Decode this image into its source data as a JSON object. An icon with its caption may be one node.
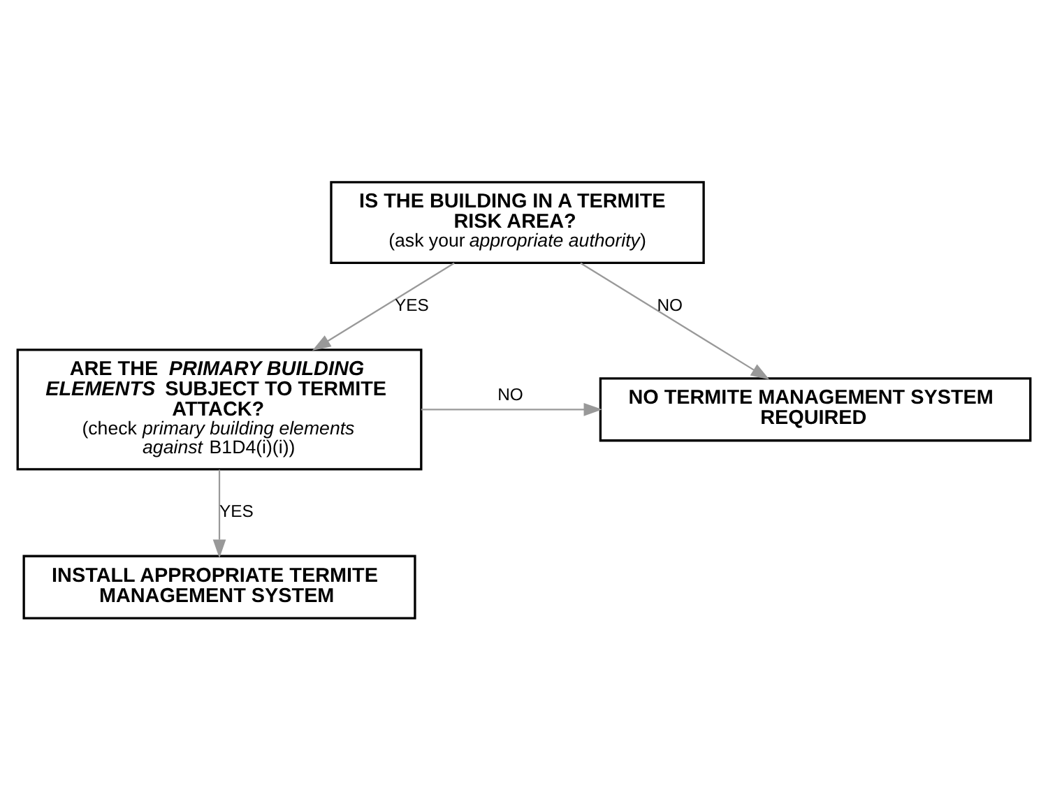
{
  "diagram": {
    "nodes": [
      {
        "text": [
          "IS THE BUILDING IN A TERMITE RISK AREA?",
          "(ask your *appropriate authority*)"
        ]
      },
      {
        "text": [
          "NO TERMITE MANAGEMENT SYSTEM REQUIRED"
        ]
      },
      {
        "text": [
          "ARE THE *PRIMARY BUILDING ELEMENTS* SUBJECT TO TERMITE ATTACK?",
          "(check *primary building elements against* B1D4(i)(i))"
        ]
      },
      {
        "text": [
          "INSTALL APPROPRIATE TERMITE MANAGEMENT SYSTEM"
        ]
      }
    ],
    "edges": [
      {
        "from": 0,
        "to": 1,
        "arrow": "to",
        "label": "NO"
      },
      {
        "from": 0,
        "to": 2,
        "arrow": "to",
        "label": "YES"
      },
      {
        "from": 2,
        "to": 1,
        "arrow": "to",
        "label": "NO"
      },
      {
        "from": 2,
        "to": 3,
        "arrow": "to",
        "label": "YES"
      }
    ]
  }
}
